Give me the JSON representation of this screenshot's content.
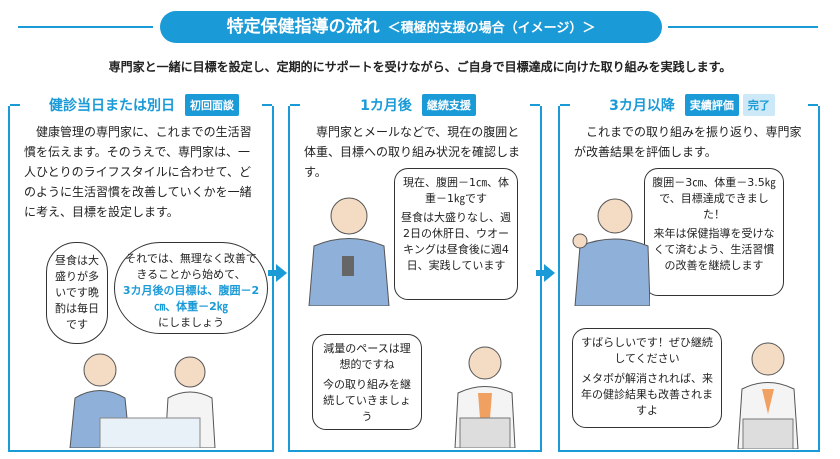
{
  "header": {
    "title": "特定保健指導の流れ",
    "subtitle": "＜積極的支援の場合（イメージ）＞"
  },
  "lead": "専門家と一緒に目標を設定し、定期的にサポートを受けながら、ご自身で目標達成に向けた取り組みを実践します。",
  "colors": {
    "accent": "#1a9ad6",
    "tag_light": "#cde8f6"
  },
  "panels": [
    {
      "label": "健診当日または別日",
      "tags": [
        "初回面談"
      ],
      "text": "健康管理の専門家に、これまでの生活習慣を伝えます。そのうえで、専門家は、一人ひとりのライフスタイルに合わせて、どのように生活習慣を改善していくかを一緒に考え、目標を設定します。",
      "bubble_client": "昼食は大盛りが多いです晩酌は毎日です",
      "bubble_expert_1": "それでは、無理なく改善できることから始めて、",
      "bubble_expert_goal": "3カ月後の目標は、腹囲－2㎝、体重－2㎏",
      "bubble_expert_2": "にしましょう"
    },
    {
      "label": "1カ月後",
      "tags": [
        "継続支援"
      ],
      "text": "専門家とメールなどで、現在の腹囲と体重、目標への取り組み状況を確認します。",
      "bubble_client_1": "現在、腹囲－1㎝、体重－1㎏です",
      "bubble_client_2": "昼食は大盛りなし、週2日の休肝日、ウオーキングは昼食後に週4日、実践しています",
      "bubble_expert_1": "減量のペースは理想的ですね",
      "bubble_expert_2": "今の取り組みを継続していきましょう"
    },
    {
      "label": "3カ月以降",
      "tags": [
        "実績評価",
        "完了"
      ],
      "text": "これまでの取り組みを振り返り、専門家が改善結果を評価します。",
      "bubble_client_1": "腹囲－3㎝、体重－3.5㎏で、目標達成できました！",
      "bubble_client_2": "来年は保健指導を受けなくて済むよう、生活習慣の改善を継続します",
      "bubble_expert_1": "すばらしいです！ぜひ継続してください",
      "bubble_expert_2": "メタボが解消されれば、来年の健診結果も改善されますよ"
    }
  ]
}
